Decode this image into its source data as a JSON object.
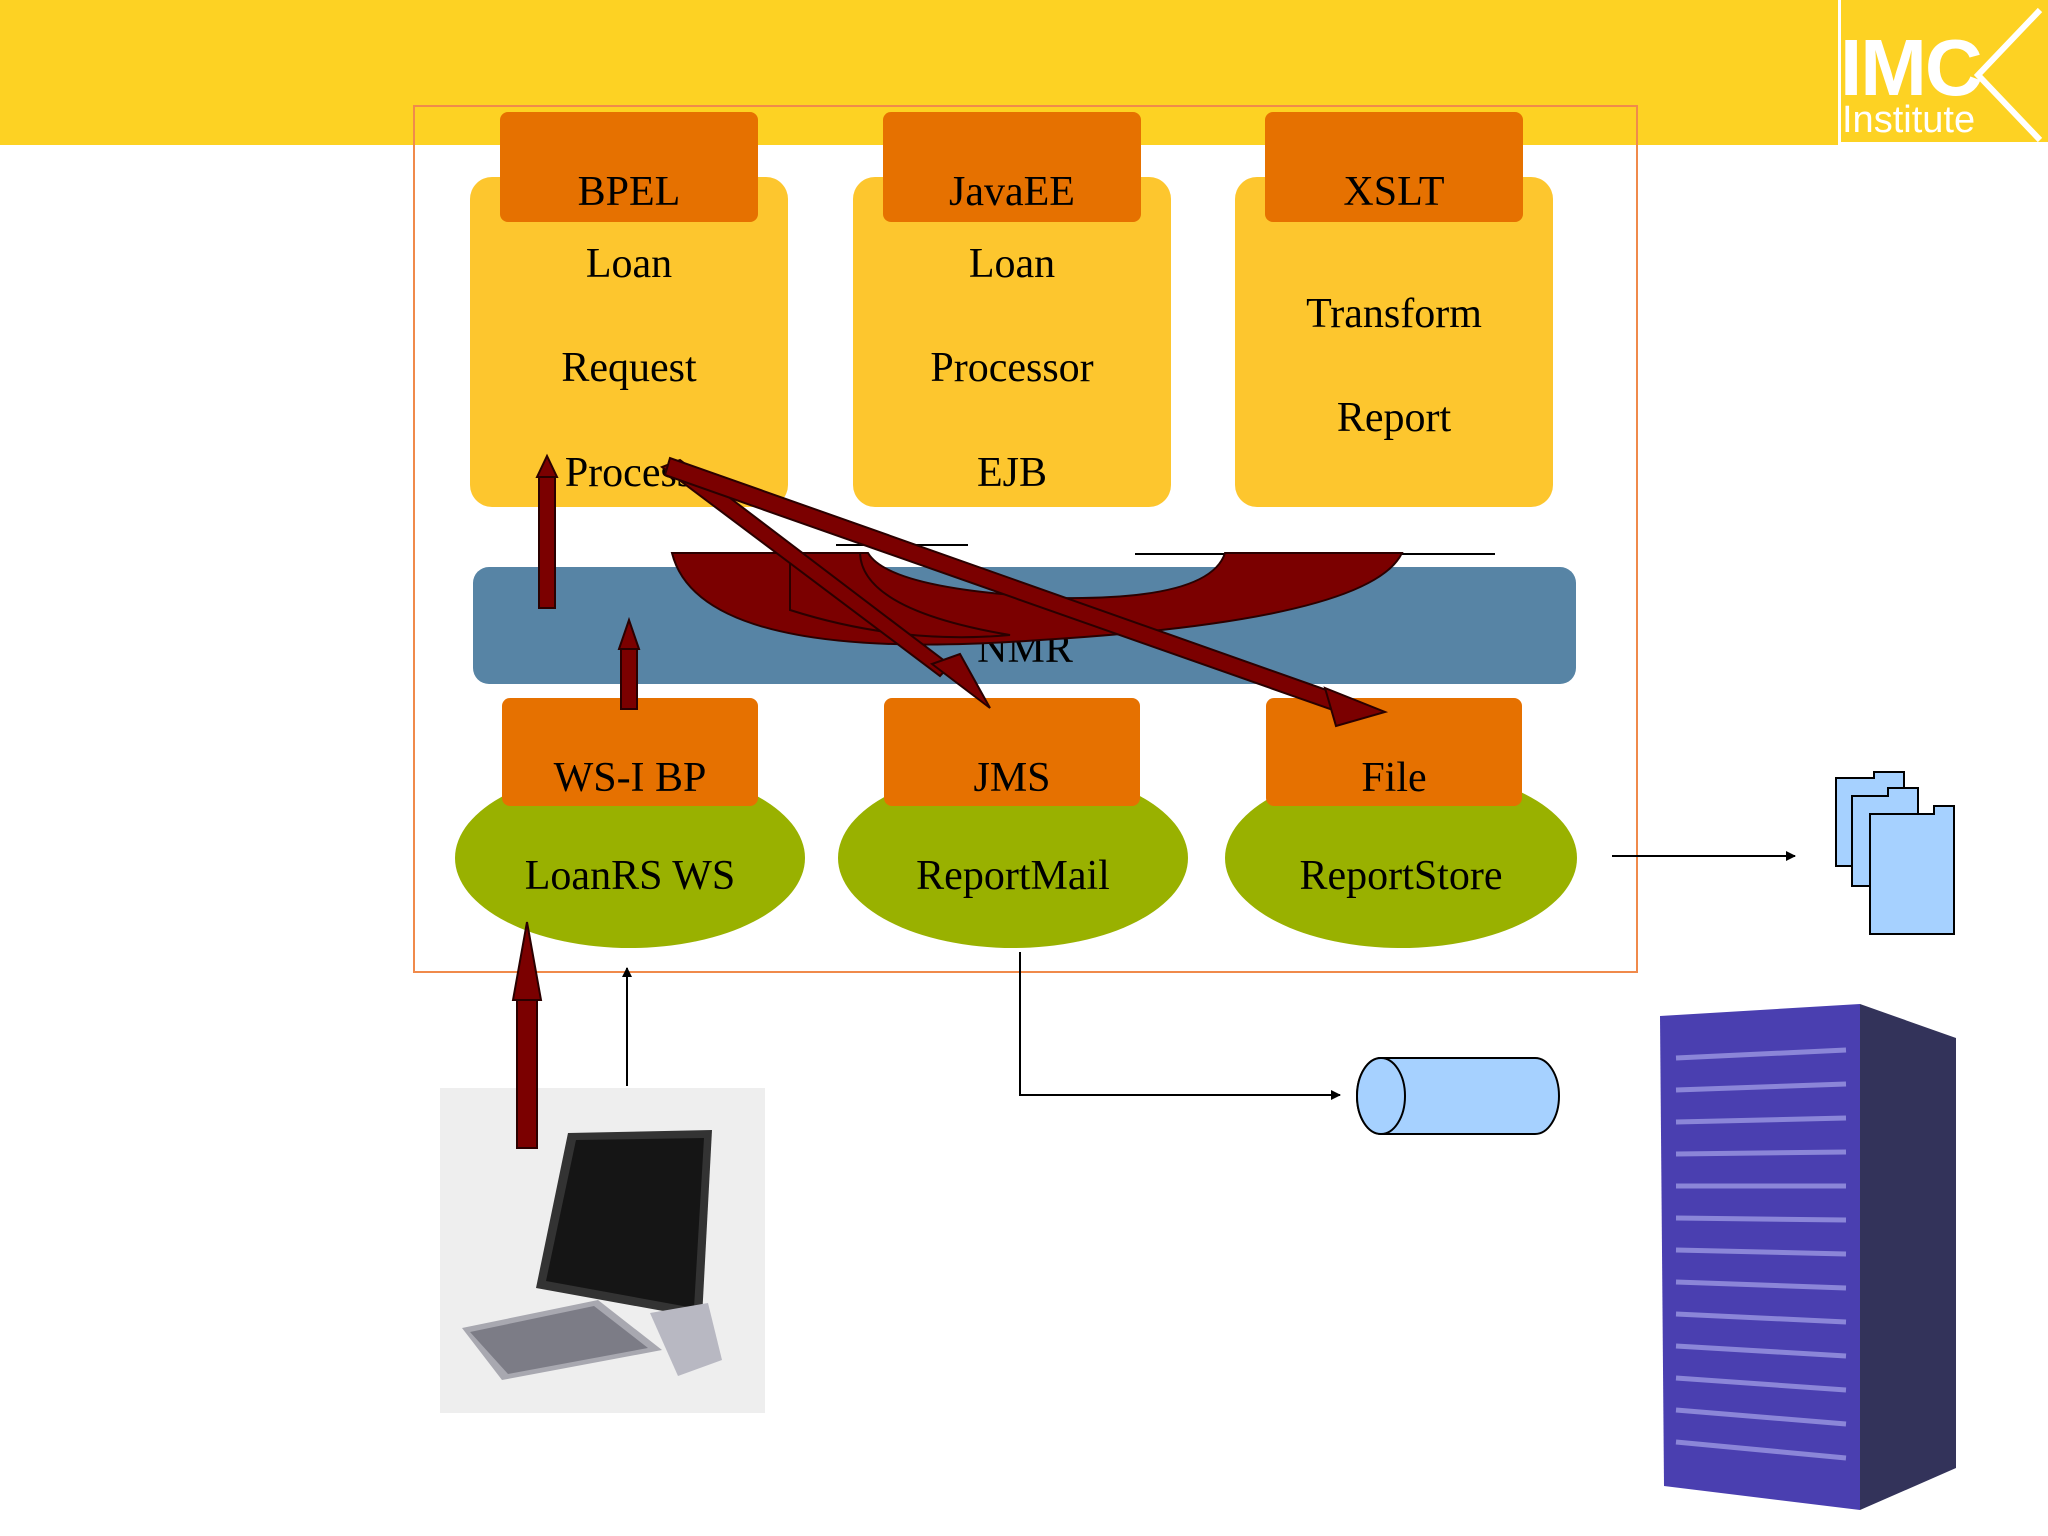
{
  "logo": {
    "brand": "IMC",
    "sub": "Institute"
  },
  "components": [
    {
      "tab": "BPEL",
      "lines": [
        "Loan",
        "Request",
        "Process"
      ]
    },
    {
      "tab": "JavaEE",
      "lines": [
        "Loan",
        "Processor",
        "EJB"
      ]
    },
    {
      "tab": "XSLT",
      "lines": [
        "Transform",
        "Report"
      ]
    }
  ],
  "bus": {
    "label": "NMR"
  },
  "bindings": [
    {
      "tab": "WS-I BP",
      "label": "LoanRS WS"
    },
    {
      "tab": "JMS",
      "label": "ReportMail"
    },
    {
      "tab": "File",
      "label": "ReportStore"
    }
  ],
  "colors": {
    "header": "#FDD223",
    "component": "#FDC62E",
    "tab": "#E67100",
    "bus": "#5784A5",
    "binding": "#99B100",
    "flow_arrow": "#7B0000",
    "frame": "#F08A4B",
    "storage": "#A6D1FF"
  },
  "icons": [
    "desktop-computer-icon",
    "server-tower-icon",
    "documents-icon",
    "queue-cylinder-icon"
  ]
}
